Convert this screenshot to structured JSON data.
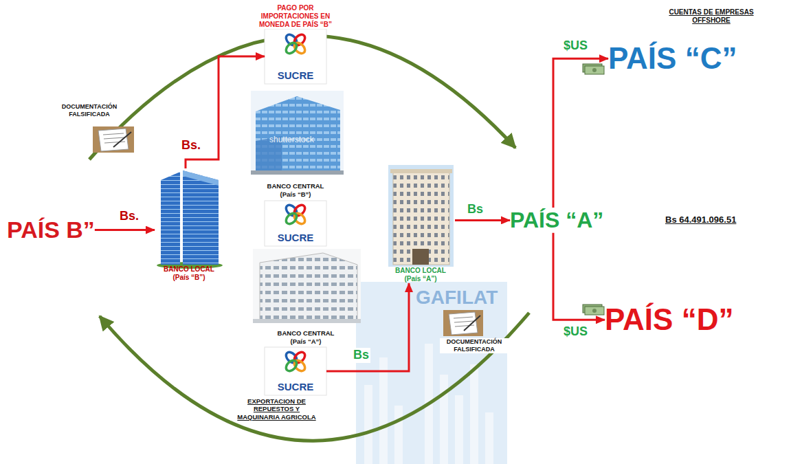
{
  "diagram": {
    "nodes": [
      {
        "text": [
          "PAÍS B”"
        ]
      },
      {
        "text": [
          "BANCO LOCAL (País “B”)"
        ]
      },
      {
        "text": [
          "SUCRE"
        ]
      },
      {
        "text": [
          "BANCO CENTRAL (País “B”)"
        ]
      },
      {
        "text": [
          "SUCRE"
        ]
      },
      {
        "text": [
          "BANCO CENTRAL (País “A”)"
        ]
      },
      {
        "text": [
          "SUCRE"
        ]
      },
      {
        "text": [
          "BANCO LOCAL (País “A”)"
        ]
      },
      {
        "text": [
          "PAÍS “A”"
        ]
      },
      {
        "text": [
          "PAÍS “C”"
        ]
      },
      {
        "text": [
          "PAÍS “D”"
        ]
      }
    ],
    "edges": [
      {
        "from": 0,
        "to": 1,
        "arrow": "to",
        "label": "Bs."
      },
      {
        "from": 1,
        "to": 2,
        "arrow": "to",
        "label": "Bs."
      },
      {
        "from": 6,
        "to": 7,
        "arrow": "to",
        "label": "Bs"
      },
      {
        "from": 7,
        "to": 8,
        "arrow": "to",
        "label": "Bs"
      },
      {
        "from": 8,
        "to": 9,
        "arrow": "to",
        "label": "$US"
      },
      {
        "from": 8,
        "to": 10,
        "arrow": "to",
        "label": "$US"
      }
    ],
    "labels": [
      "PAGO POR IMPORTACIONES EN MONEDA DE PAÍS “B”",
      "DOCUMENTACIÓN FALSIFICADA",
      "shutterstock",
      "EXPORTACION DE REPUESTOS Y MAQUINARIA AGRICOLA",
      "DOCUMENTACIÓN FALSIFICADA",
      "CUENTAS DE EMPRESAS OFFSHORE",
      "Bs 64.491.096.51",
      "GAFILAT"
    ]
  }
}
